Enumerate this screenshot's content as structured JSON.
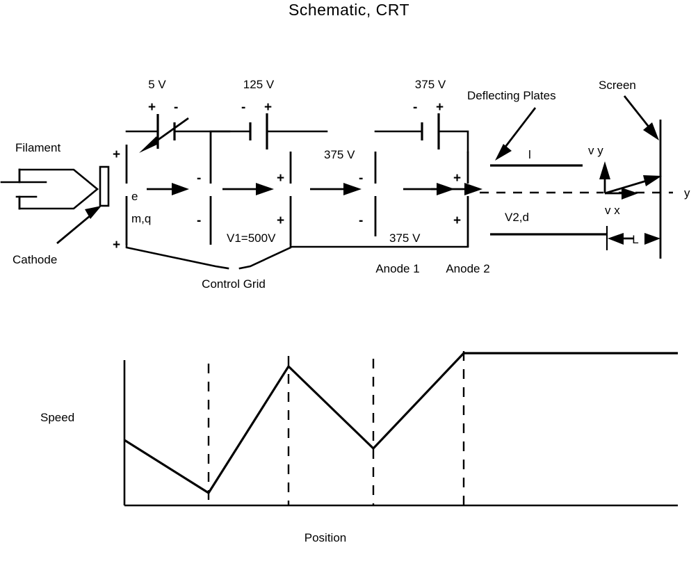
{
  "title": "Schematic,  CRT",
  "schematic": {
    "labels": {
      "filament": "Filament",
      "cathode": "Cathode",
      "control_grid": "Control Grid",
      "anode1": "Anode 1",
      "anode2": "Anode 2",
      "deflecting_plates": "Deflecting Plates",
      "screen": "Screen",
      "electron": "e",
      "mass_charge": "m,q",
      "v1": "V1=500V",
      "v2d": "V2,d",
      "plate_length": "l",
      "drift_length": "L",
      "axis_y": "y",
      "vel_y": "v y",
      "vel_x": "v x"
    },
    "sources": [
      {
        "name": "grid-supply",
        "value": "5 V",
        "left_sign": "+",
        "right_sign": "-",
        "variable": true
      },
      {
        "name": "anode1-supply",
        "value": "125 V",
        "left_sign": "-",
        "right_sign": "+",
        "variable": false
      },
      {
        "name": "anode2-supply",
        "value": "375 V",
        "left_sign": "-",
        "right_sign": "+",
        "variable": false
      }
    ],
    "inline_voltages": {
      "upper_mid": "375 V",
      "lower_mid": "375 V"
    },
    "polarity_marks": {
      "cathode_top": "+",
      "cathode_bottom": "+",
      "grid_top": "-",
      "grid_bottom": "-",
      "accel_top": "+",
      "accel_bottom": "+",
      "anode1_top": "-",
      "anode1_bottom": "-",
      "anode2_top": "+",
      "anode2_bottom": "+"
    }
  },
  "chart_data": {
    "type": "line",
    "title": "",
    "xlabel": "Position",
    "ylabel": "Speed",
    "grid": false,
    "legend": null,
    "axis_ticks": {
      "x": [],
      "y": []
    },
    "xlim": [
      0,
      100
    ],
    "ylim": [
      0,
      100
    ],
    "annotations": [
      "dashed vertical markers at electrode boundaries"
    ],
    "markers_x": [
      14.6,
      28.6,
      43.4,
      59.2
    ],
    "series": [
      {
        "name": "Speed of electron vs position",
        "x": [
          0,
          14.6,
          28.6,
          43.4,
          59.2,
          100
        ],
        "y": [
          45,
          8.5,
          95,
          38,
          100,
          100
        ]
      }
    ]
  }
}
